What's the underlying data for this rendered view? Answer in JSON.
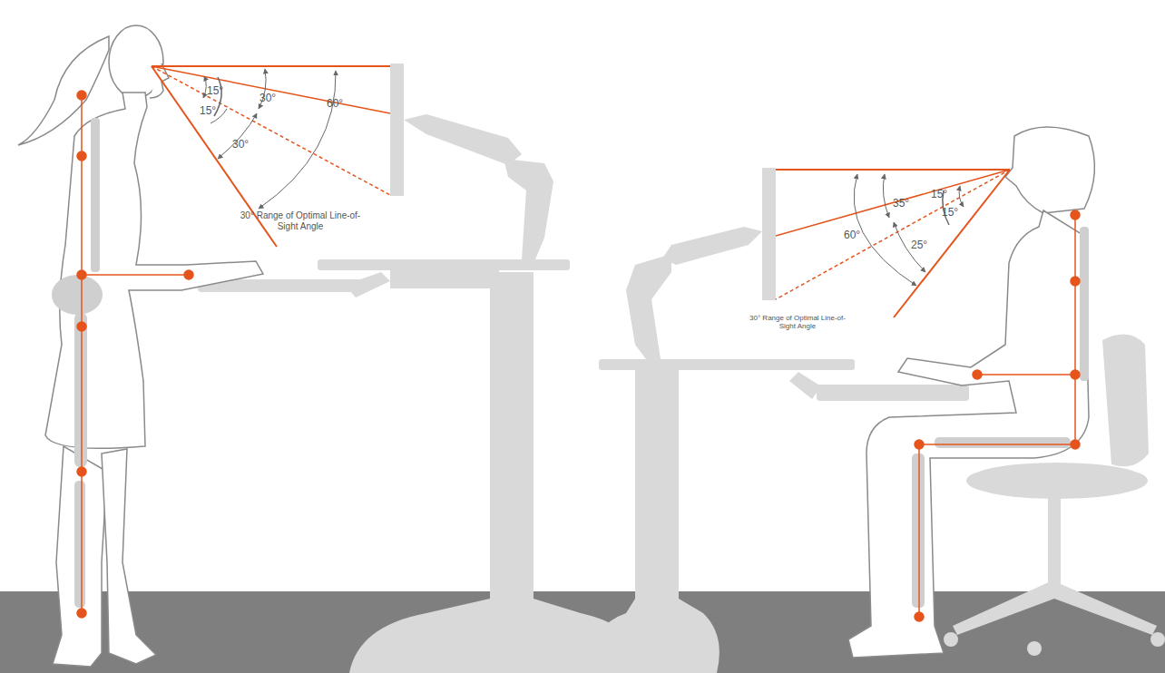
{
  "diagram": {
    "labels": [
      "15°",
      "15°",
      "30°",
      "30°",
      "60°",
      "30° Range of Optimal Line-of-Sight Angle",
      "15°",
      "15°",
      "35°",
      "25°",
      "60°",
      "30° Range of Optimal Line-of-Sight Angle"
    ]
  }
}
